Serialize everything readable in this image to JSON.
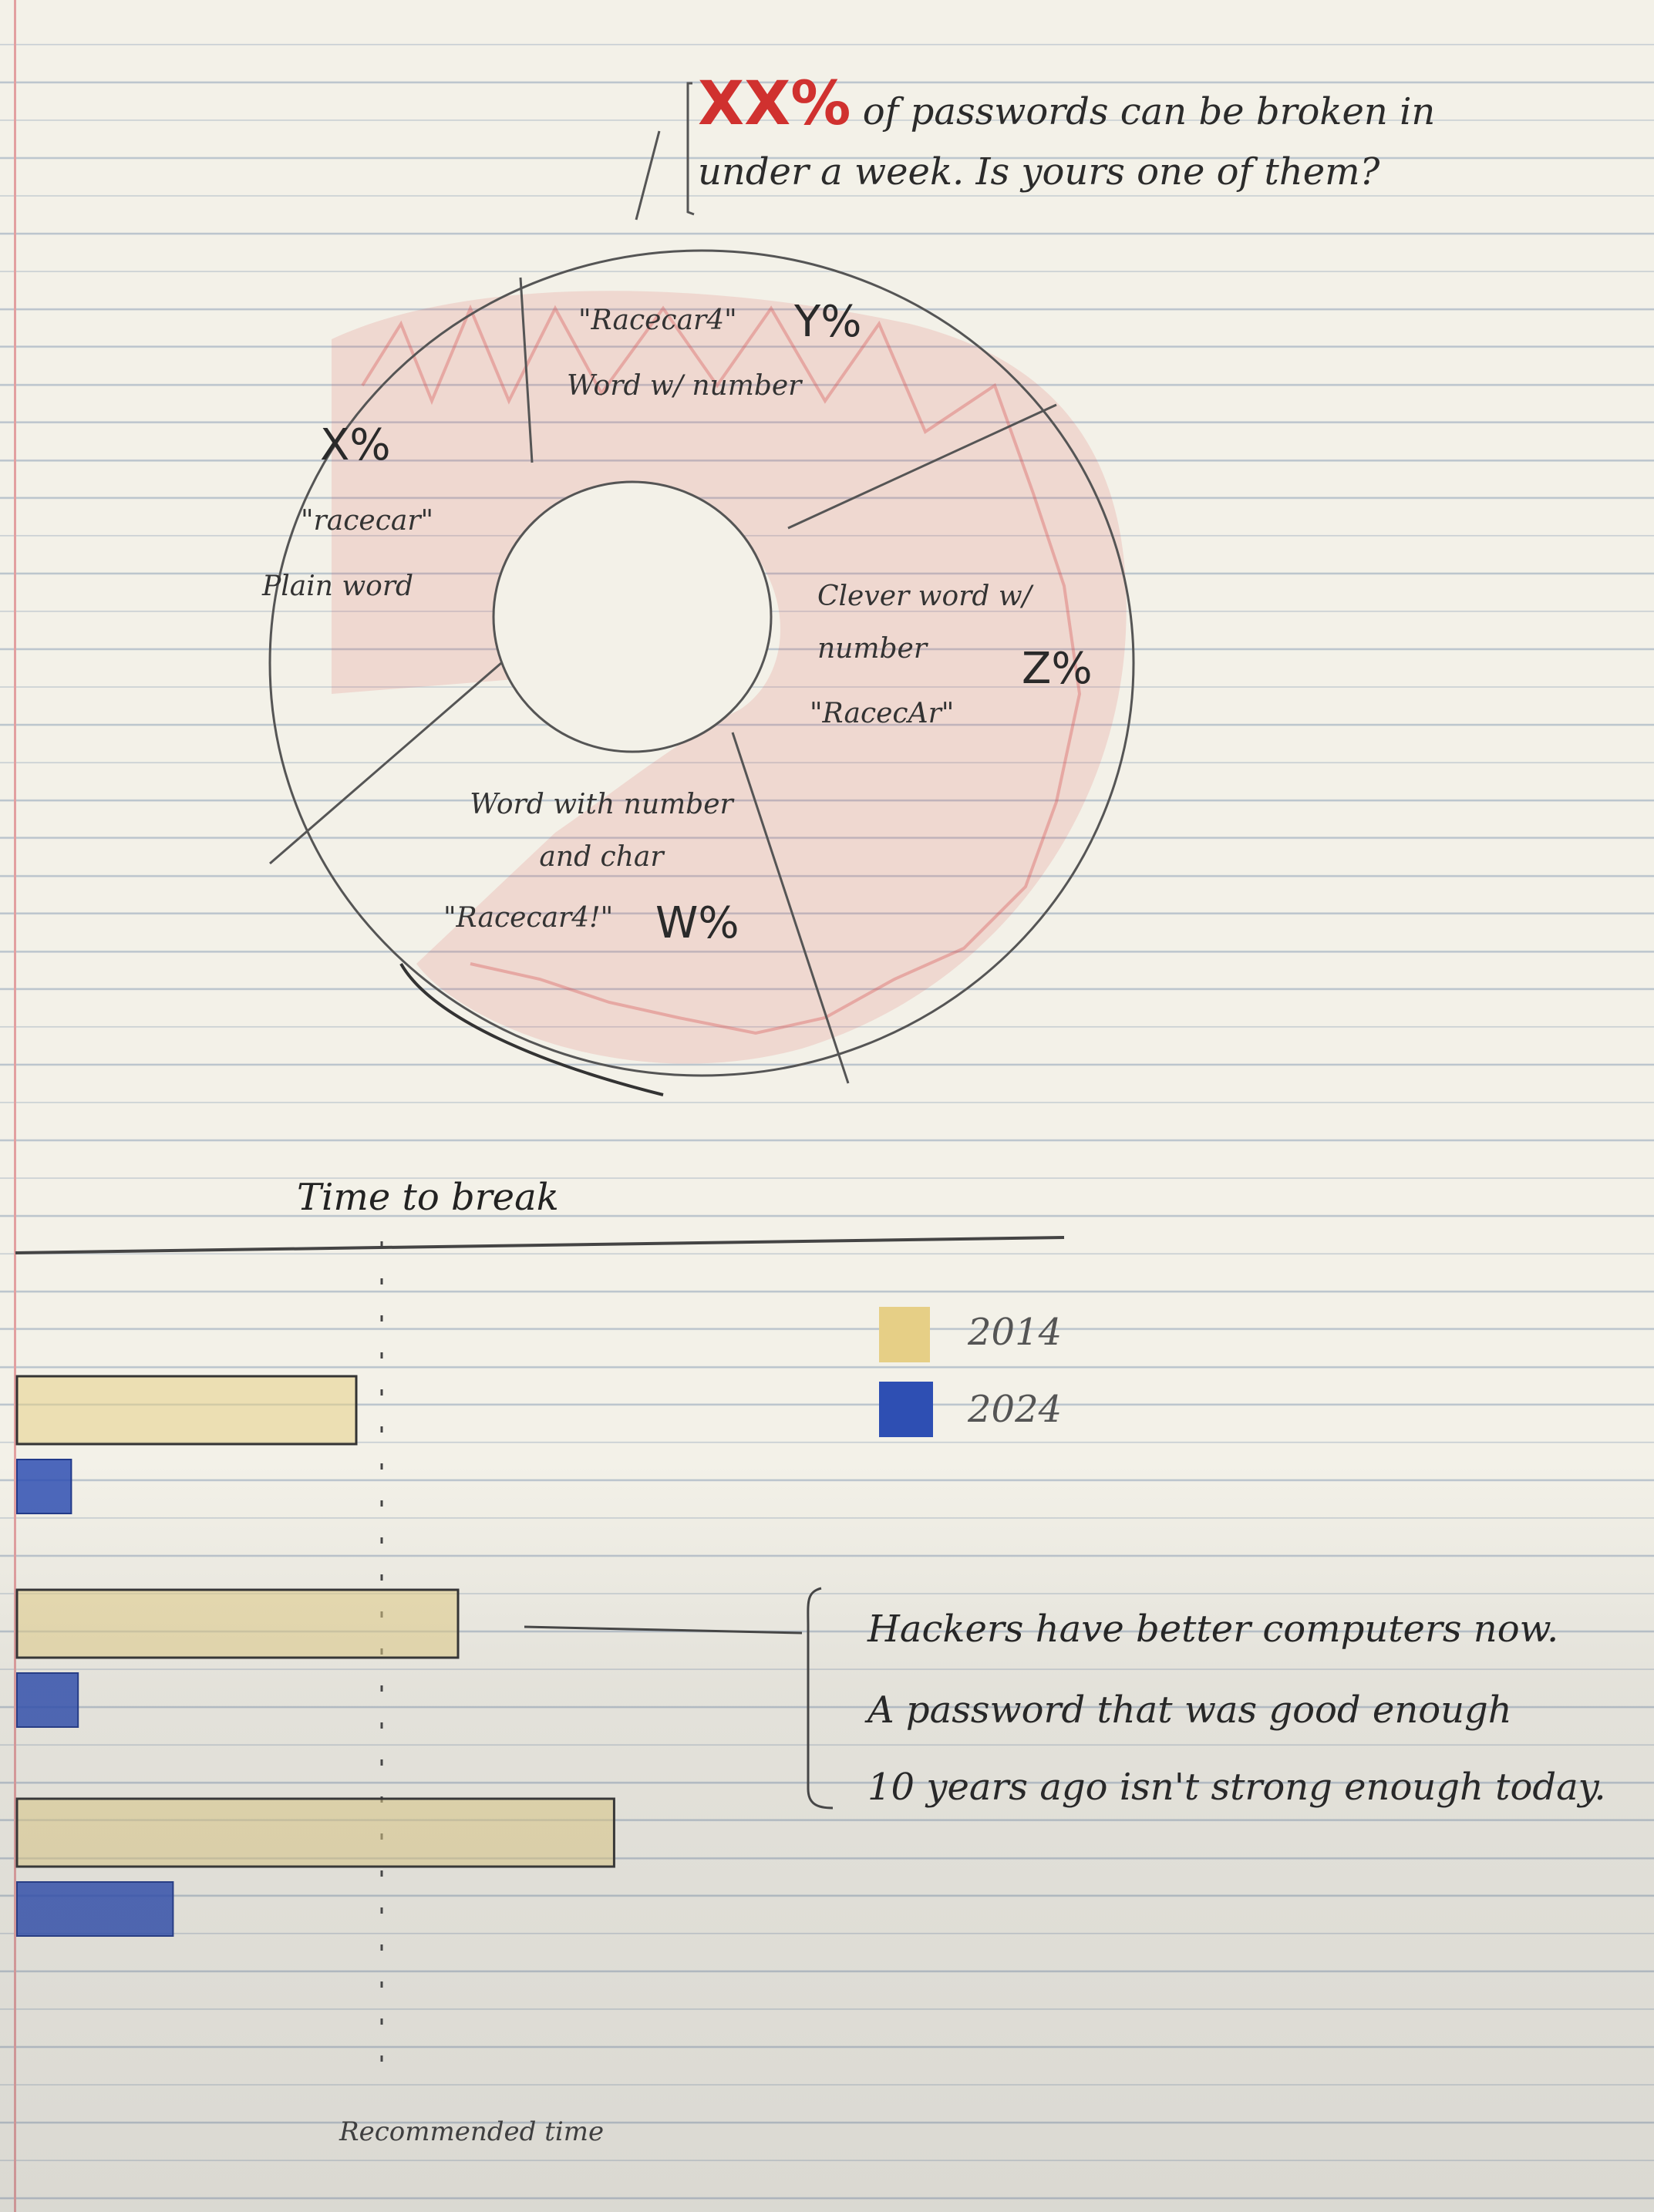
{
  "headline": {
    "highlight": "XX%",
    "line1": "of passwords can be broken in",
    "line2": "under a week. Is yours one of them?"
  },
  "pie": {
    "segments": [
      {
        "pct": "X%",
        "example": "\"racecar\"",
        "label": "Plain word"
      },
      {
        "pct": "Y%",
        "example": "\"Racecar4\"",
        "label": "Word w/ number"
      },
      {
        "pct": "Z%",
        "example": "\"RacecAr\"",
        "label": "Clever word w/ number"
      },
      {
        "pct": "W%",
        "example": "\"Racecar4!\"",
        "label": "Word with number and char"
      }
    ]
  },
  "bars": {
    "title": "Time to break",
    "legend": [
      {
        "year": "2014",
        "color": "#e6cf86"
      },
      {
        "year": "2024",
        "color": "#2e4fb3"
      }
    ],
    "rows": [
      {
        "v2014": 0.5,
        "v2024": 0.08
      },
      {
        "v2014": 0.65,
        "v2024": 0.09
      },
      {
        "v2014": 0.88,
        "v2024": 0.23
      }
    ],
    "threshold_label": "Recommended time"
  },
  "annotation": {
    "line1": "Hackers have better computers now.",
    "line2": "A password that was good enough",
    "line3": "10 years ago isn't strong enough today."
  }
}
